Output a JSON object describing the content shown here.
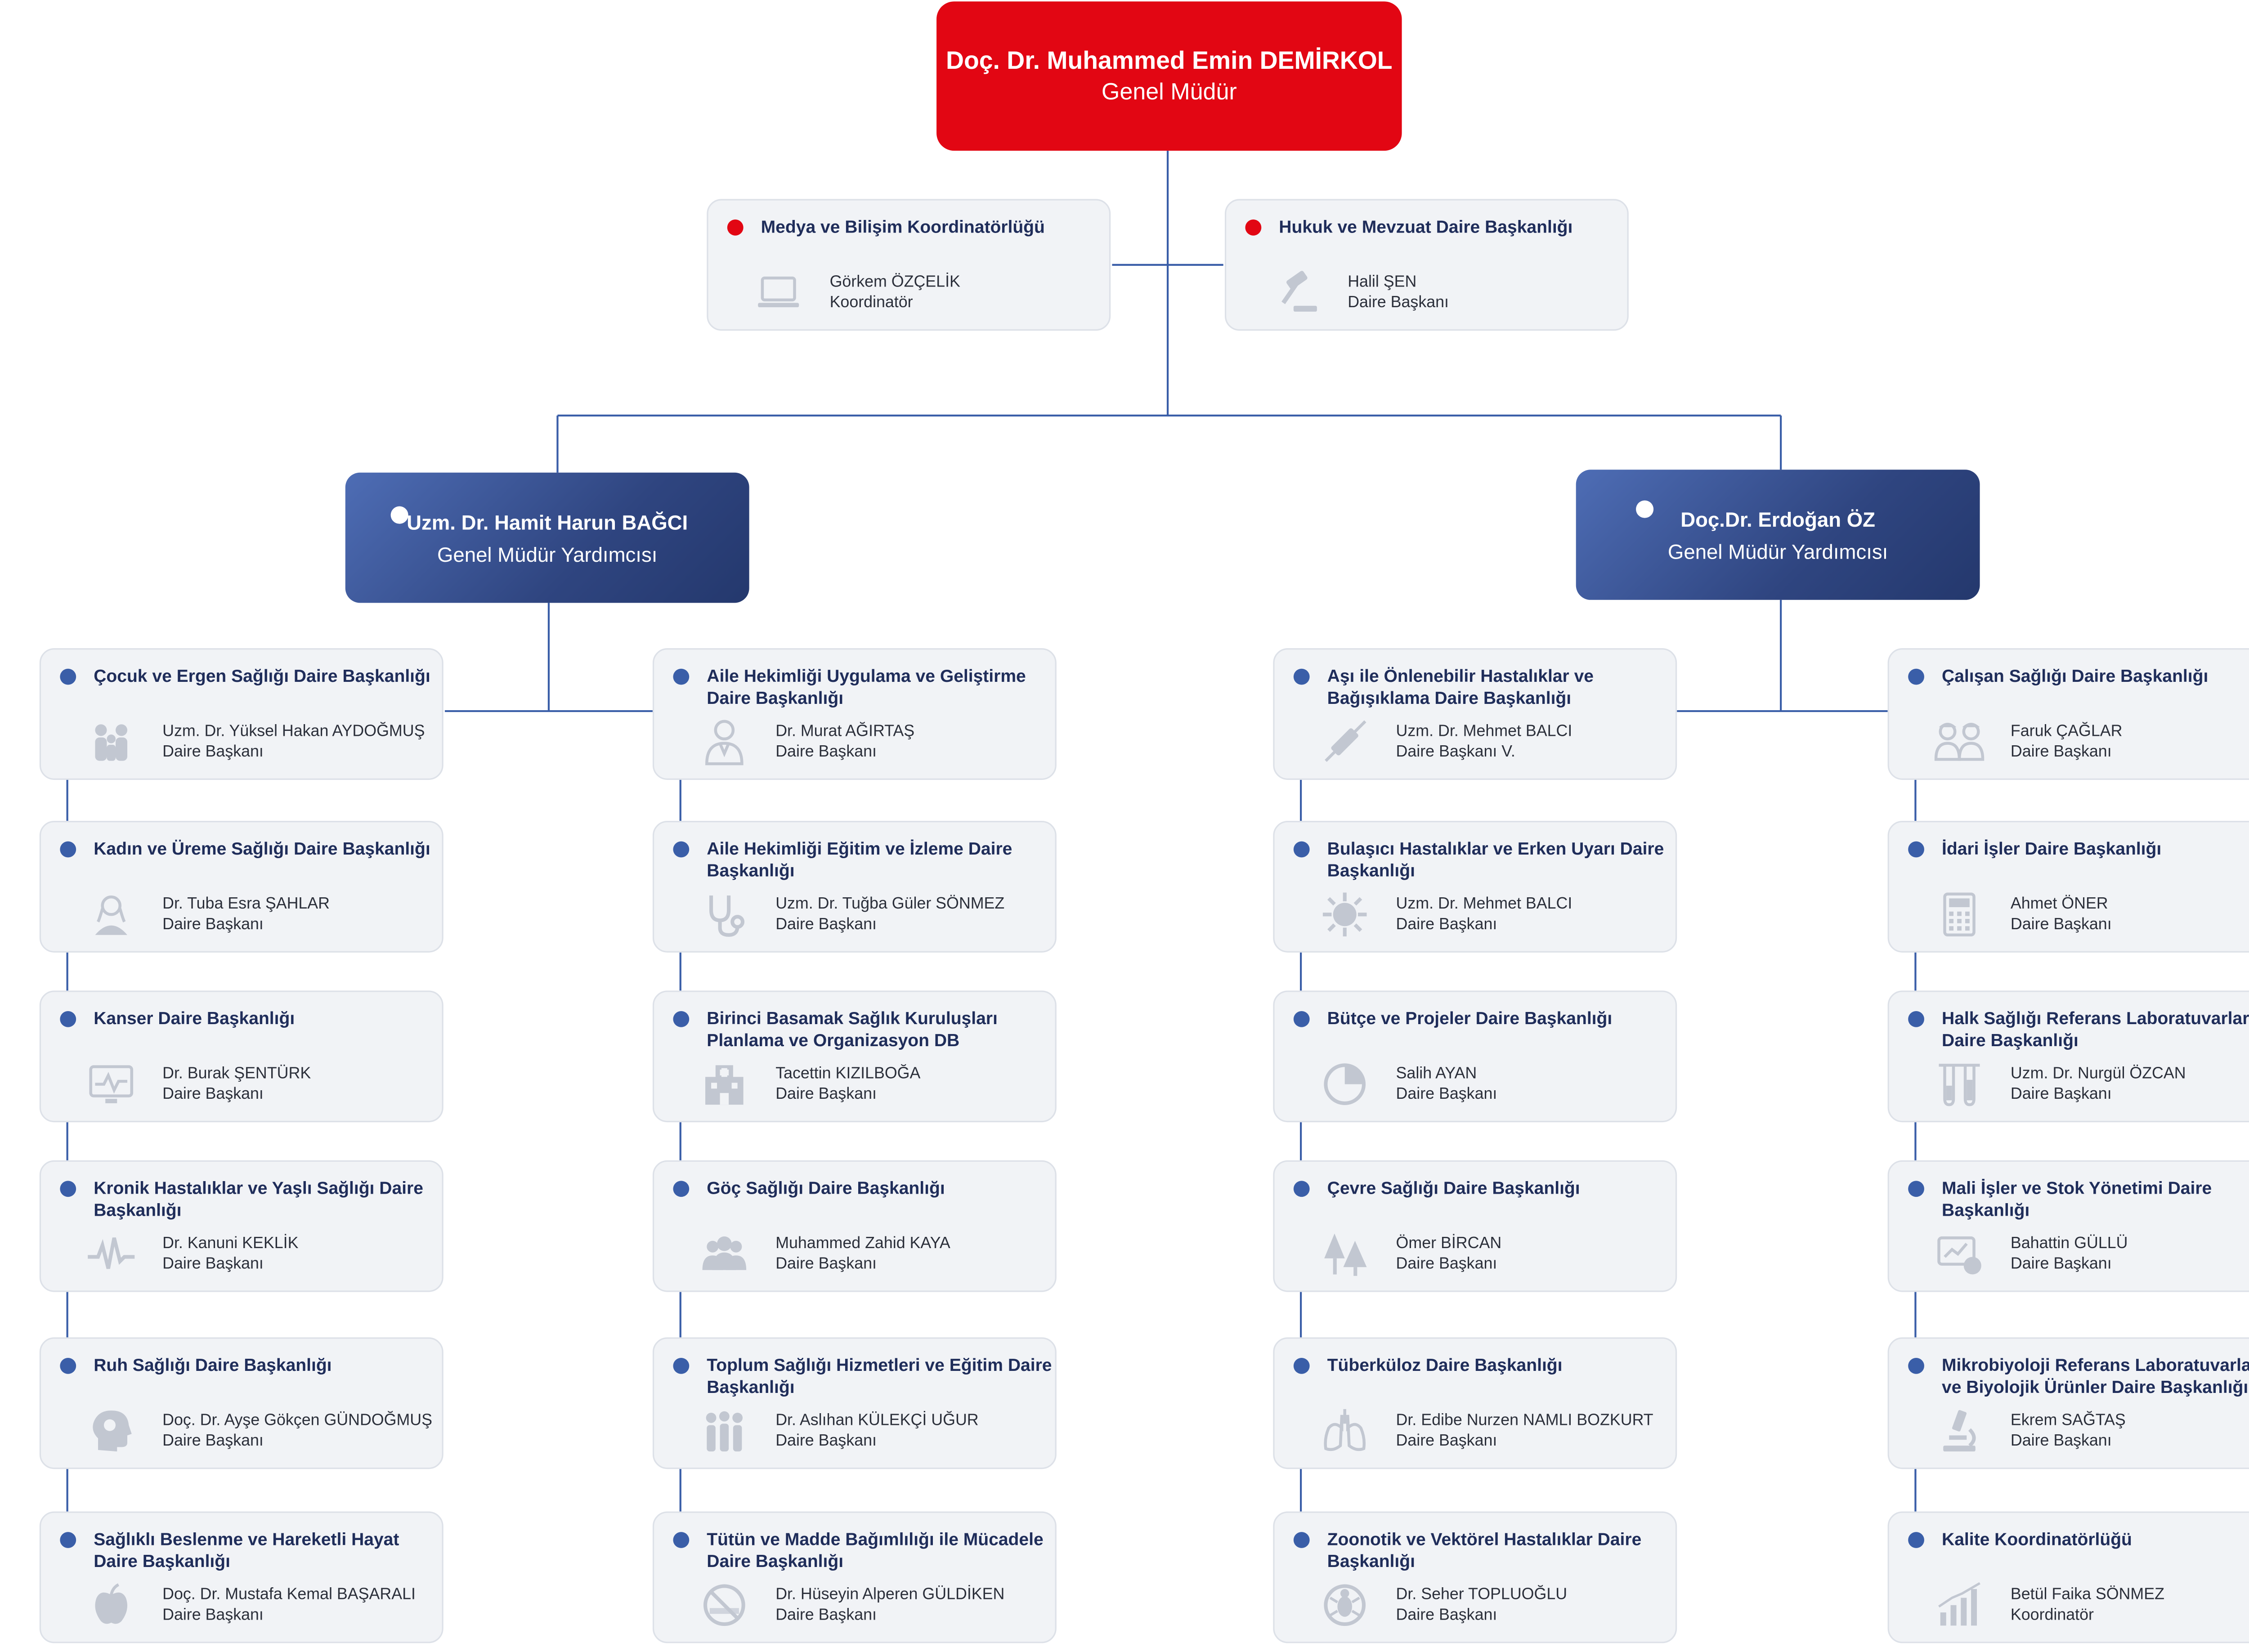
{
  "head": {
    "name": "Doç. Dr. Muhammed Emin DEMİRKOL",
    "title": "Genel Müdür"
  },
  "staff": [
    {
      "unit": "Medya ve Bilişim Koordinatörlüğü",
      "name": "Görkem ÖZÇELİK",
      "role": "Koordinatör",
      "icon": "laptop-icon"
    },
    {
      "unit": "Hukuk ve Mevzuat Daire Başkanlığı",
      "name": "Halil ŞEN",
      "role": "Daire Başkanı",
      "icon": "gavel-icon"
    }
  ],
  "deputies": [
    {
      "name": "Uzm. Dr. Hamit Harun BAĞCI",
      "title": "Genel Müdür Yardımcısı"
    },
    {
      "name": "Doç.Dr. Erdoğan ÖZ",
      "title": "Genel Müdür Yardımcısı"
    }
  ],
  "columns": [
    [
      {
        "unit": "Çocuk ve Ergen Sağlığı Daire Başkanlığı",
        "name": "Uzm. Dr. Yüksel Hakan AYDOĞMUŞ",
        "role": "Daire Başkanı",
        "icon": "family-icon"
      },
      {
        "unit": "Kadın ve Üreme Sağlığı Daire Başkanlığı",
        "name": "Dr. Tuba Esra ŞAHLAR",
        "role": "Daire Başkanı",
        "icon": "woman-icon"
      },
      {
        "unit": "Kanser Daire Başkanlığı",
        "name": "Dr. Burak ŞENTÜRK",
        "role": "Daire Başkanı",
        "icon": "monitor-icon"
      },
      {
        "unit": "Kronik Hastalıklar ve Yaşlı Sağlığı Daire Başkanlığı",
        "name": "Dr. Kanuni KEKLİK",
        "role": "Daire Başkanı",
        "icon": "heartbeat-icon"
      },
      {
        "unit": "Ruh Sağlığı Daire Başkanlığı",
        "name": "Doç. Dr. Ayşe Gökçen GÜNDOĞMUŞ",
        "role": "Daire Başkanı",
        "icon": "brain-head-icon"
      },
      {
        "unit": "Sağlıklı Beslenme ve Hareketli Hayat Daire Başkanlığı",
        "name": "Doç. Dr. Mustafa Kemal BAŞARALI",
        "role": "Daire Başkanı",
        "icon": "apple-icon"
      }
    ],
    [
      {
        "unit": "Aile Hekimliği Uygulama ve Geliştirme Daire Başkanlığı",
        "name": "Dr. Murat AĞIRTAŞ",
        "role": "Daire Başkanı",
        "icon": "doctor-icon"
      },
      {
        "unit": "Aile Hekimliği Eğitim ve İzleme Daire Başkanlığı",
        "name": "Uzm. Dr. Tuğba Güler SÖNMEZ",
        "role": "Daire Başkanı",
        "icon": "stethoscope-icon"
      },
      {
        "unit": "Birinci Basamak Sağlık Kuruluşları Planlama ve Organizasyon DB",
        "name": "Tacettin KIZILBOĞA",
        "role": "Daire Başkanı",
        "icon": "hospital-icon"
      },
      {
        "unit": "Göç Sağlığı Daire Başkanlığı",
        "name": "Muhammed Zahid KAYA",
        "role": "Daire Başkanı",
        "icon": "group-icon"
      },
      {
        "unit": "Toplum Sağlığı Hizmetleri ve Eğitim Daire Başkanlığı",
        "name": "Dr. Aslıhan KÜLEKÇİ UĞUR",
        "role": "Daire Başkanı",
        "icon": "crowd-icon"
      },
      {
        "unit": "Tütün ve Madde Bağımlılığı ile Mücadele Daire Başkanlığı",
        "name": "Dr. Hüseyin Alperen GÜLDİKEN",
        "role": "Daire Başkanı",
        "icon": "no-smoking-icon"
      }
    ],
    [
      {
        "unit": "Aşı ile Önlenebilir Hastalıklar ve Bağışıklama Daire Başkanlığı",
        "name": "Uzm. Dr. Mehmet BALCI",
        "role": "Daire Başkanı V.",
        "icon": "syringe-icon"
      },
      {
        "unit": "Bulaşıcı Hastalıklar ve Erken Uyarı Daire Başkanlığı",
        "name": "Uzm. Dr. Mehmet BALCI",
        "role": "Daire Başkanı",
        "icon": "virus-icon"
      },
      {
        "unit": "Bütçe ve Projeler Daire Başkanlığı",
        "name": "Salih AYAN",
        "role": "Daire Başkanı",
        "icon": "pie-chart-icon"
      },
      {
        "unit": "Çevre Sağlığı Daire Başkanlığı",
        "name": "Ömer BİRCAN",
        "role": "Daire Başkanı",
        "icon": "trees-icon"
      },
      {
        "unit": "Tüberküloz Daire Başkanlığı",
        "name": "Dr. Edibe Nurzen NAMLI BOZKURT",
        "role": "Daire Başkanı",
        "icon": "lungs-icon"
      },
      {
        "unit": "Zoonotik ve Vektörel Hastalıklar Daire Başkanlığı",
        "name": "Dr. Seher TOPLUOĞLU",
        "role": "Daire Başkanı",
        "icon": "bug-icon"
      }
    ],
    [
      {
        "unit": "Çalışan Sağlığı Daire Başkanlığı",
        "name": "Faruk ÇAĞLAR",
        "role": "Daire Başkanı",
        "icon": "workers-icon"
      },
      {
        "unit": "İdari İşler Daire Başkanlığı",
        "name": "Ahmet ÖNER",
        "role": "Daire Başkanı",
        "icon": "calculator-icon"
      },
      {
        "unit": "Halk Sağlığı Referans Laboratuvarları Daire Başkanlığı",
        "name": "Uzm. Dr. Nurgül ÖZCAN",
        "role": "Daire Başkanı",
        "icon": "test-tubes-icon"
      },
      {
        "unit": "Mali İşler ve Stok Yönetimi Daire Başkanlığı",
        "name": "Bahattin GÜLLÜ",
        "role": "Daire Başkanı",
        "icon": "finance-icon"
      },
      {
        "unit": "Mikrobiyoloji Referans Laboratuvarları ve Biyolojik Ürünler Daire Başkanlığı",
        "name": "Ekrem SAĞTAŞ",
        "role": "Daire Başkanı",
        "icon": "microscope-icon"
      },
      {
        "unit": "Kalite Koordinatörlüğü",
        "name": "Betül Faika SÖNMEZ",
        "role": "Koordinatör",
        "icon": "bar-chart-icon"
      }
    ]
  ],
  "colors": {
    "head": "#e20613",
    "deputy": "#2f4580",
    "dot": "#3a5ea8",
    "title": "#1f2d5a",
    "card": "#f1f3f6",
    "line": "#3a5ea8"
  }
}
